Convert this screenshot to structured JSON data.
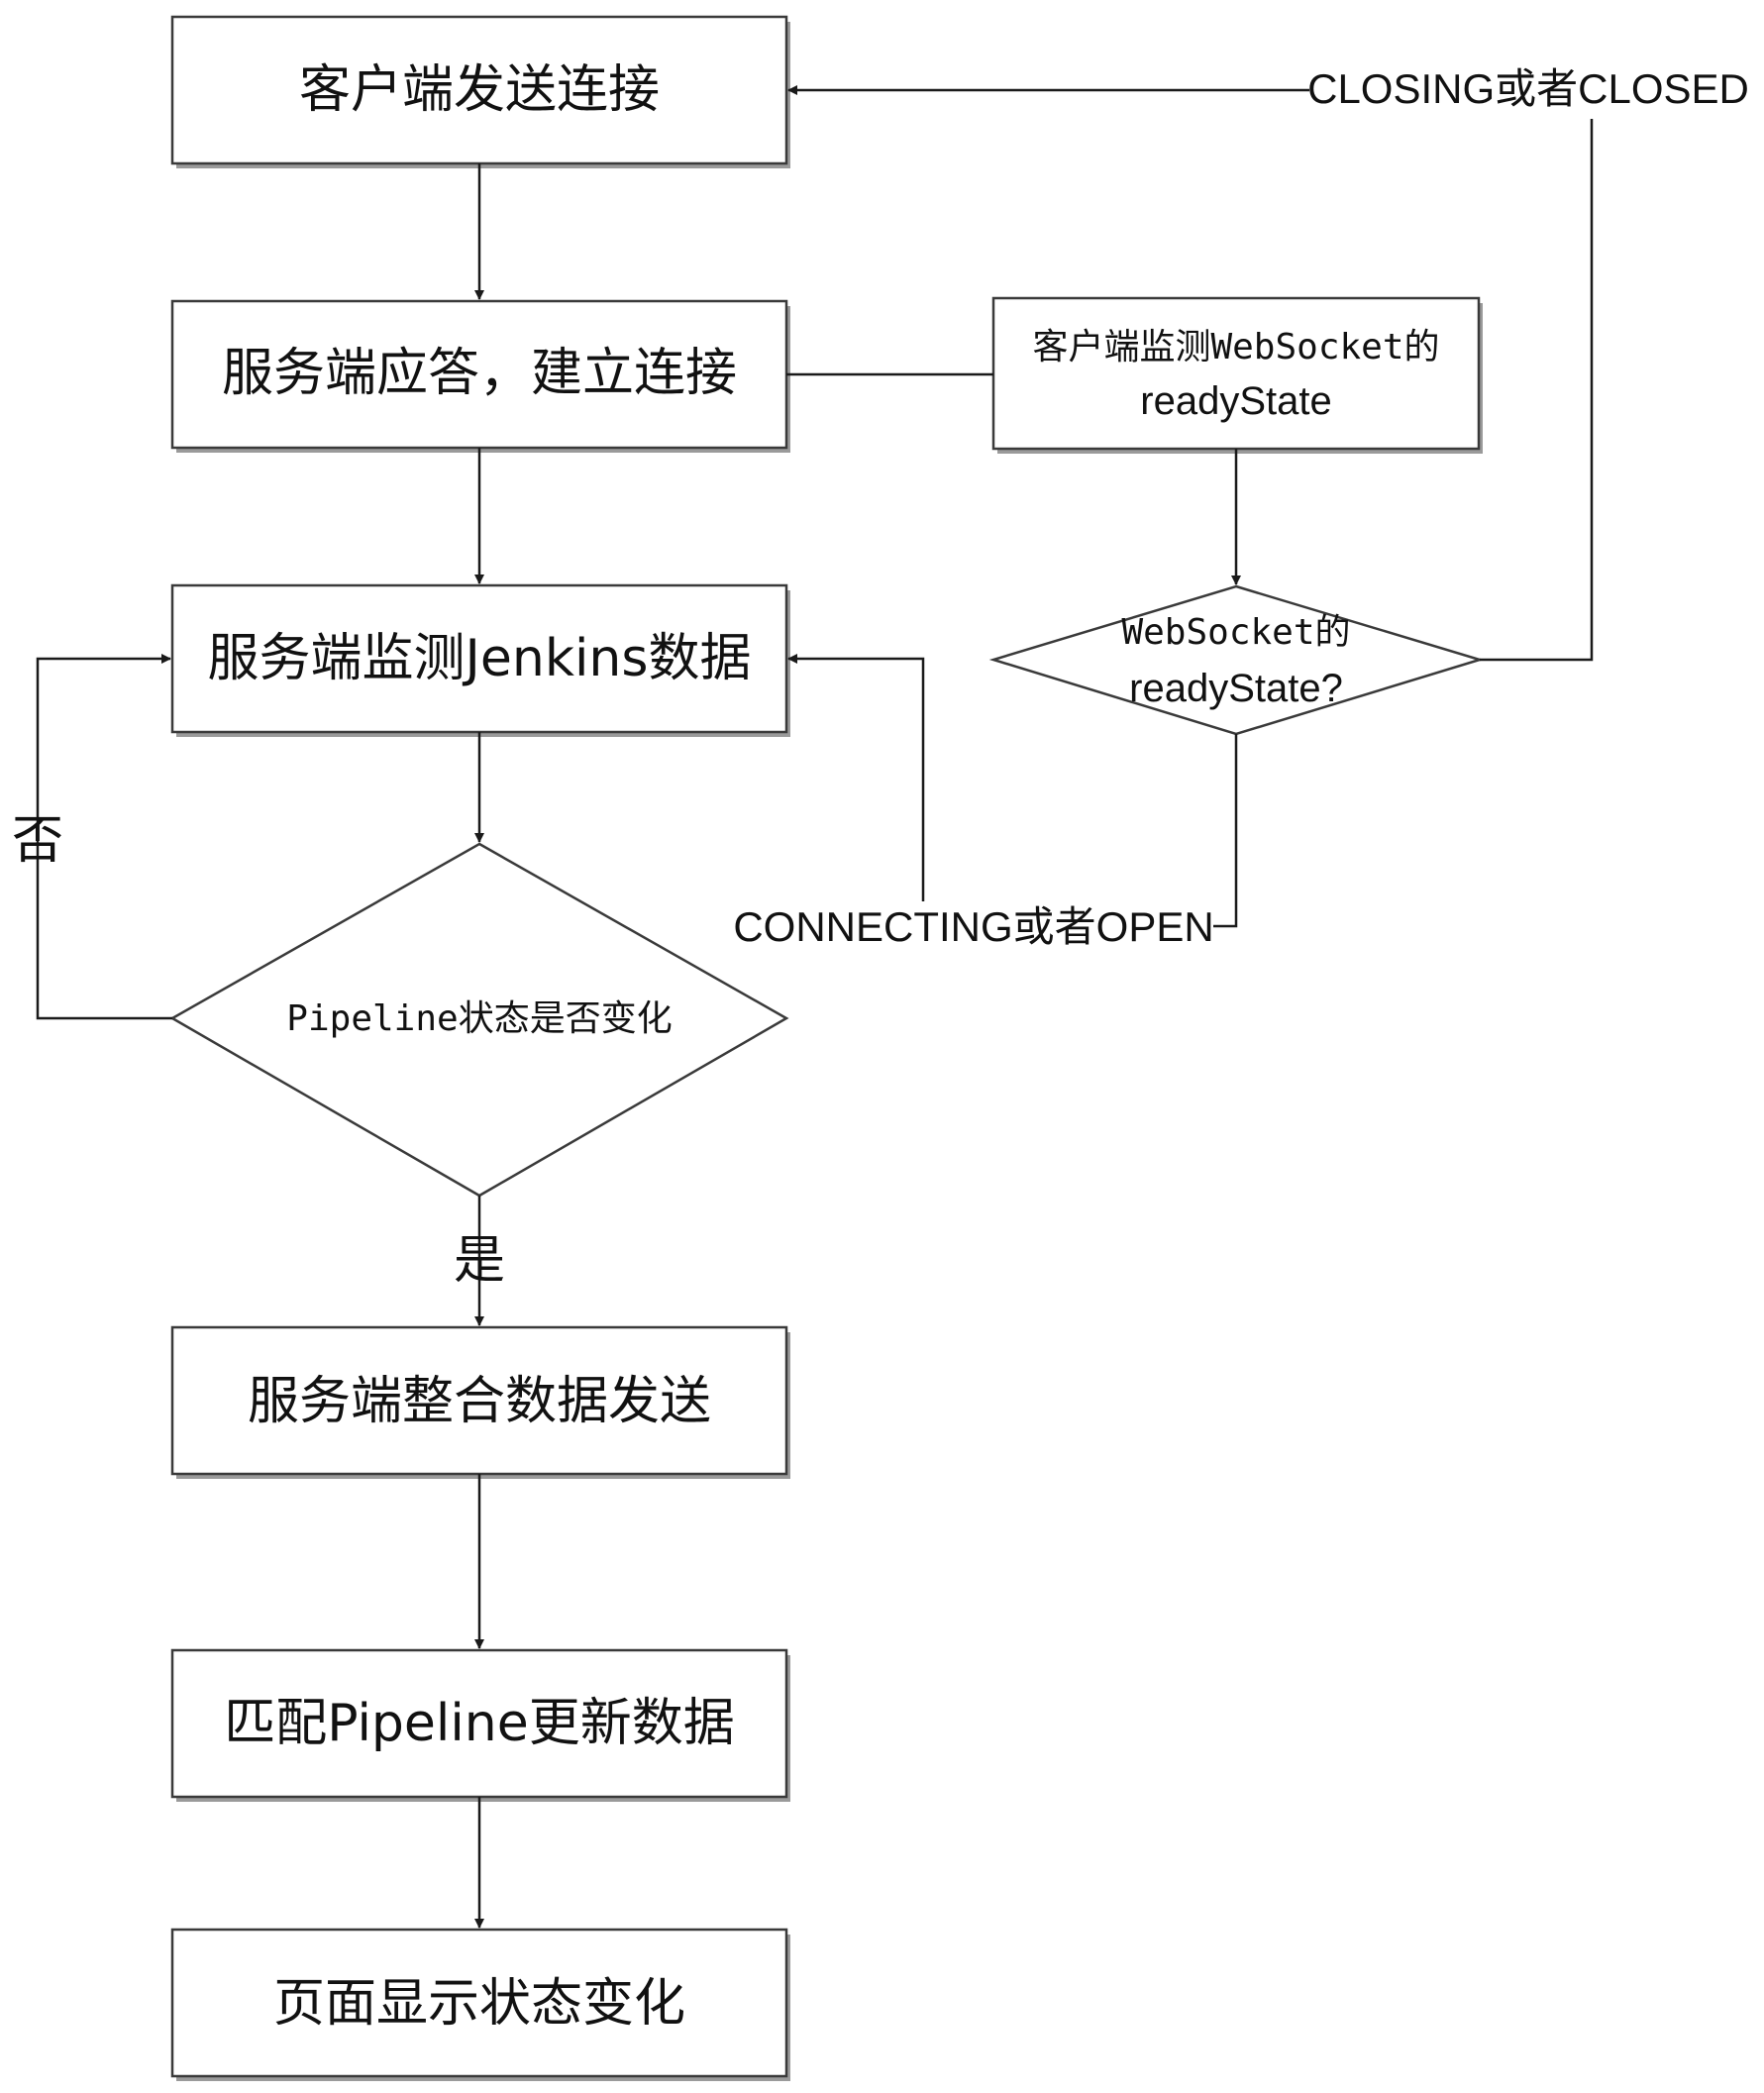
{
  "diagram": {
    "nodes": {
      "client_send": "客户端发送连接",
      "server_reply": "服务端应答，建立连接",
      "server_monitor": "服务端监测Jenkins数据",
      "pipeline_decision": "Pipeline状态是否变化",
      "server_send": "服务端整合数据发送",
      "match_pipeline": "匹配Pipeline更新数据",
      "page_display": "页面显示状态变化",
      "client_monitor_line1": "客户端监测WebSocket的",
      "client_monitor_line2": "readyState",
      "readystate_decision_line1": "WebSocket的",
      "readystate_decision_line2": "readyState?"
    },
    "edge_labels": {
      "closing_closed": "CLOSING或者CLOSED",
      "connecting_open": "CONNECTING或者OPEN",
      "no": "否",
      "yes": "是"
    }
  }
}
